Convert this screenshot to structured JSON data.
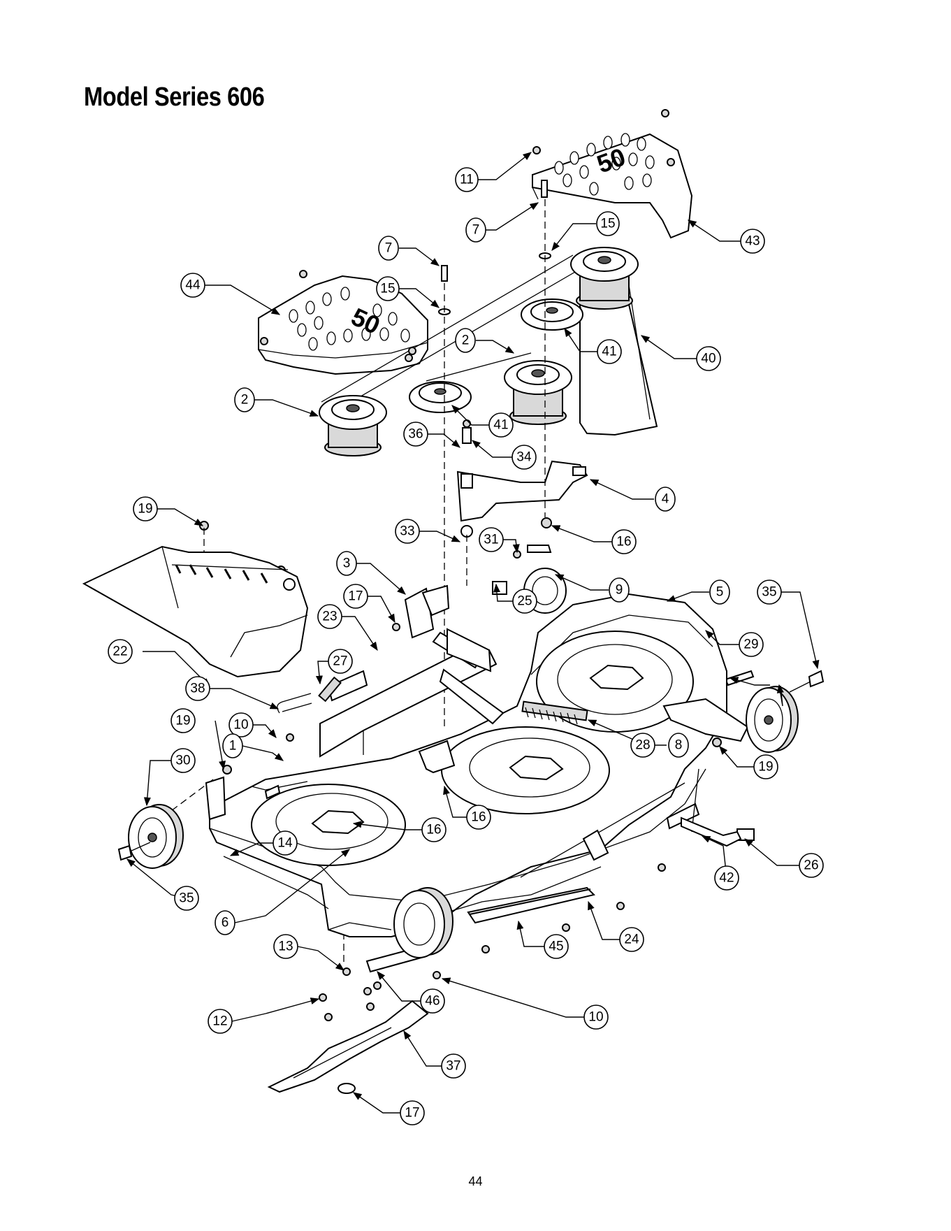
{
  "page": {
    "title": "Model Series 606",
    "page_number": "44"
  },
  "callouts": {
    "c1": "1",
    "c2a": "2",
    "c2b": "2",
    "c3": "3",
    "c4": "4",
    "c5": "5",
    "c6": "6",
    "c7a": "7",
    "c7b": "7",
    "c8": "8",
    "c9": "9",
    "c10a": "10",
    "c10b": "10",
    "c11": "11",
    "c12": "12",
    "c13": "13",
    "c14": "14",
    "c15a": "15",
    "c15b": "15",
    "c16a": "16",
    "c16b": "16",
    "c16c": "16",
    "c17a": "17",
    "c17b": "17",
    "c19a": "19",
    "c19b": "19",
    "c19c": "19",
    "c22": "22",
    "c23": "23",
    "c24": "24",
    "c25": "25",
    "c26": "26",
    "c27": "27",
    "c28": "28",
    "c29": "29",
    "c30": "30",
    "c31": "31",
    "c33": "33",
    "c34": "34",
    "c35a": "35",
    "c35b": "35",
    "c36": "36",
    "c37": "37",
    "c38": "38",
    "c40": "40",
    "c41a": "41",
    "c41b": "41",
    "c42": "42",
    "c43": "43",
    "c44": "44",
    "c45": "45",
    "c46": "46"
  },
  "cover_text": {
    "left_cover": "50",
    "right_cover": "50"
  }
}
